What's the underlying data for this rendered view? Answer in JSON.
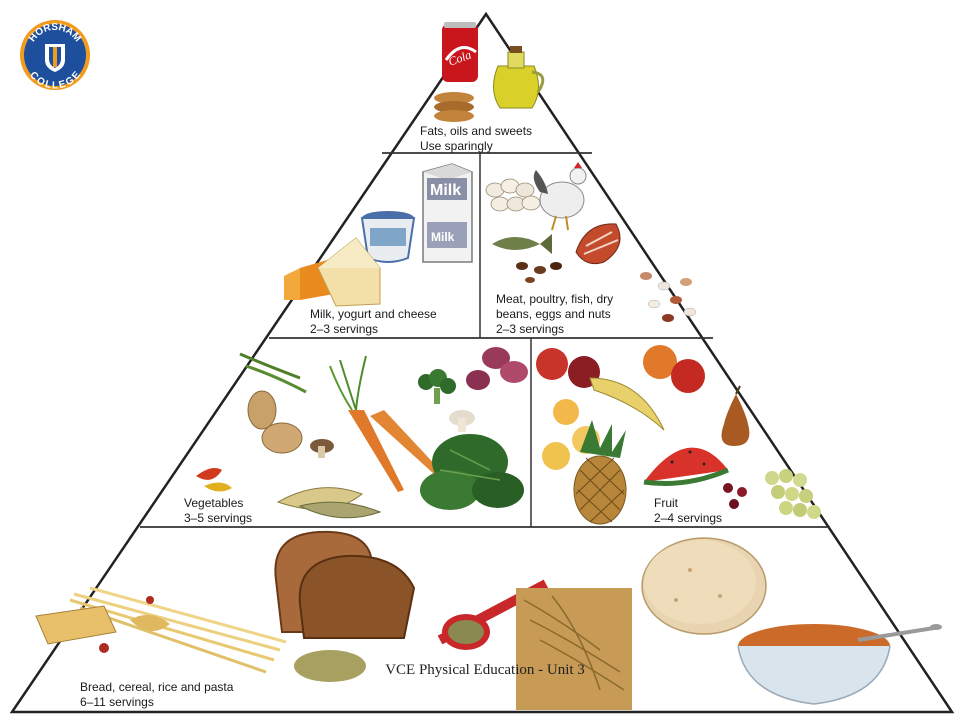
{
  "logo": {
    "top_text": "HORSHAM",
    "bottom_text": "COLLEGE",
    "ring_color": "#f29c1f",
    "disc_color": "#1d4f9c"
  },
  "tiers": {
    "fats": {
      "line1": "Fats, oils and sweets",
      "line2": "Use sparingly"
    },
    "milk": {
      "line1": "Milk, yogurt and cheese",
      "line2": "2–3 servings"
    },
    "meat": {
      "line1": "Meat, poultry, fish, dry",
      "line2": "beans, eggs and nuts",
      "line3": "2–3 servings"
    },
    "vegetables": {
      "line1": "Vegetables",
      "line2": "3–5 servings"
    },
    "fruit": {
      "line1": "Fruit",
      "line2": "2–4 servings"
    },
    "bread": {
      "line1": "Bread, cereal, rice and pasta",
      "line2": "6–11 servings"
    }
  },
  "food_labels": {
    "cola": "Cola",
    "milk_top": "Milk",
    "milk_side": "Milk"
  },
  "footer": "VCE Physical Education - Unit 3"
}
